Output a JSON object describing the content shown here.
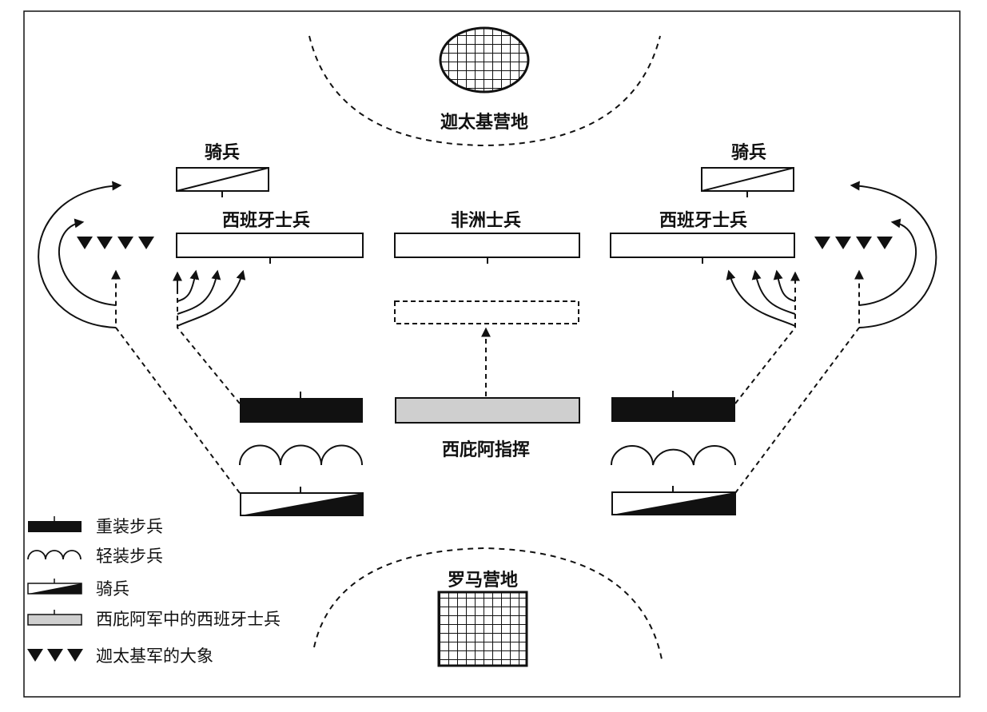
{
  "labels": {
    "carthage_camp": "迦太基营地",
    "roman_camp": "罗马营地",
    "cavalry_left": "骑兵",
    "cavalry_right": "骑兵",
    "spanish_left": "西班牙士兵",
    "spanish_right": "西班牙士兵",
    "african": "非洲士兵",
    "scipio": "西庇阿指挥"
  },
  "legend": {
    "heavy_infantry": "重装步兵",
    "light_infantry": "轻装步兵",
    "cavalry": "骑兵",
    "scipio_spanish": "西庇阿军中的西班牙士兵",
    "elephants": "迦太基军的大象"
  },
  "colors": {
    "ink": "#111111",
    "scipio_fill": "#cfcfcf",
    "background": "#ffffff"
  }
}
